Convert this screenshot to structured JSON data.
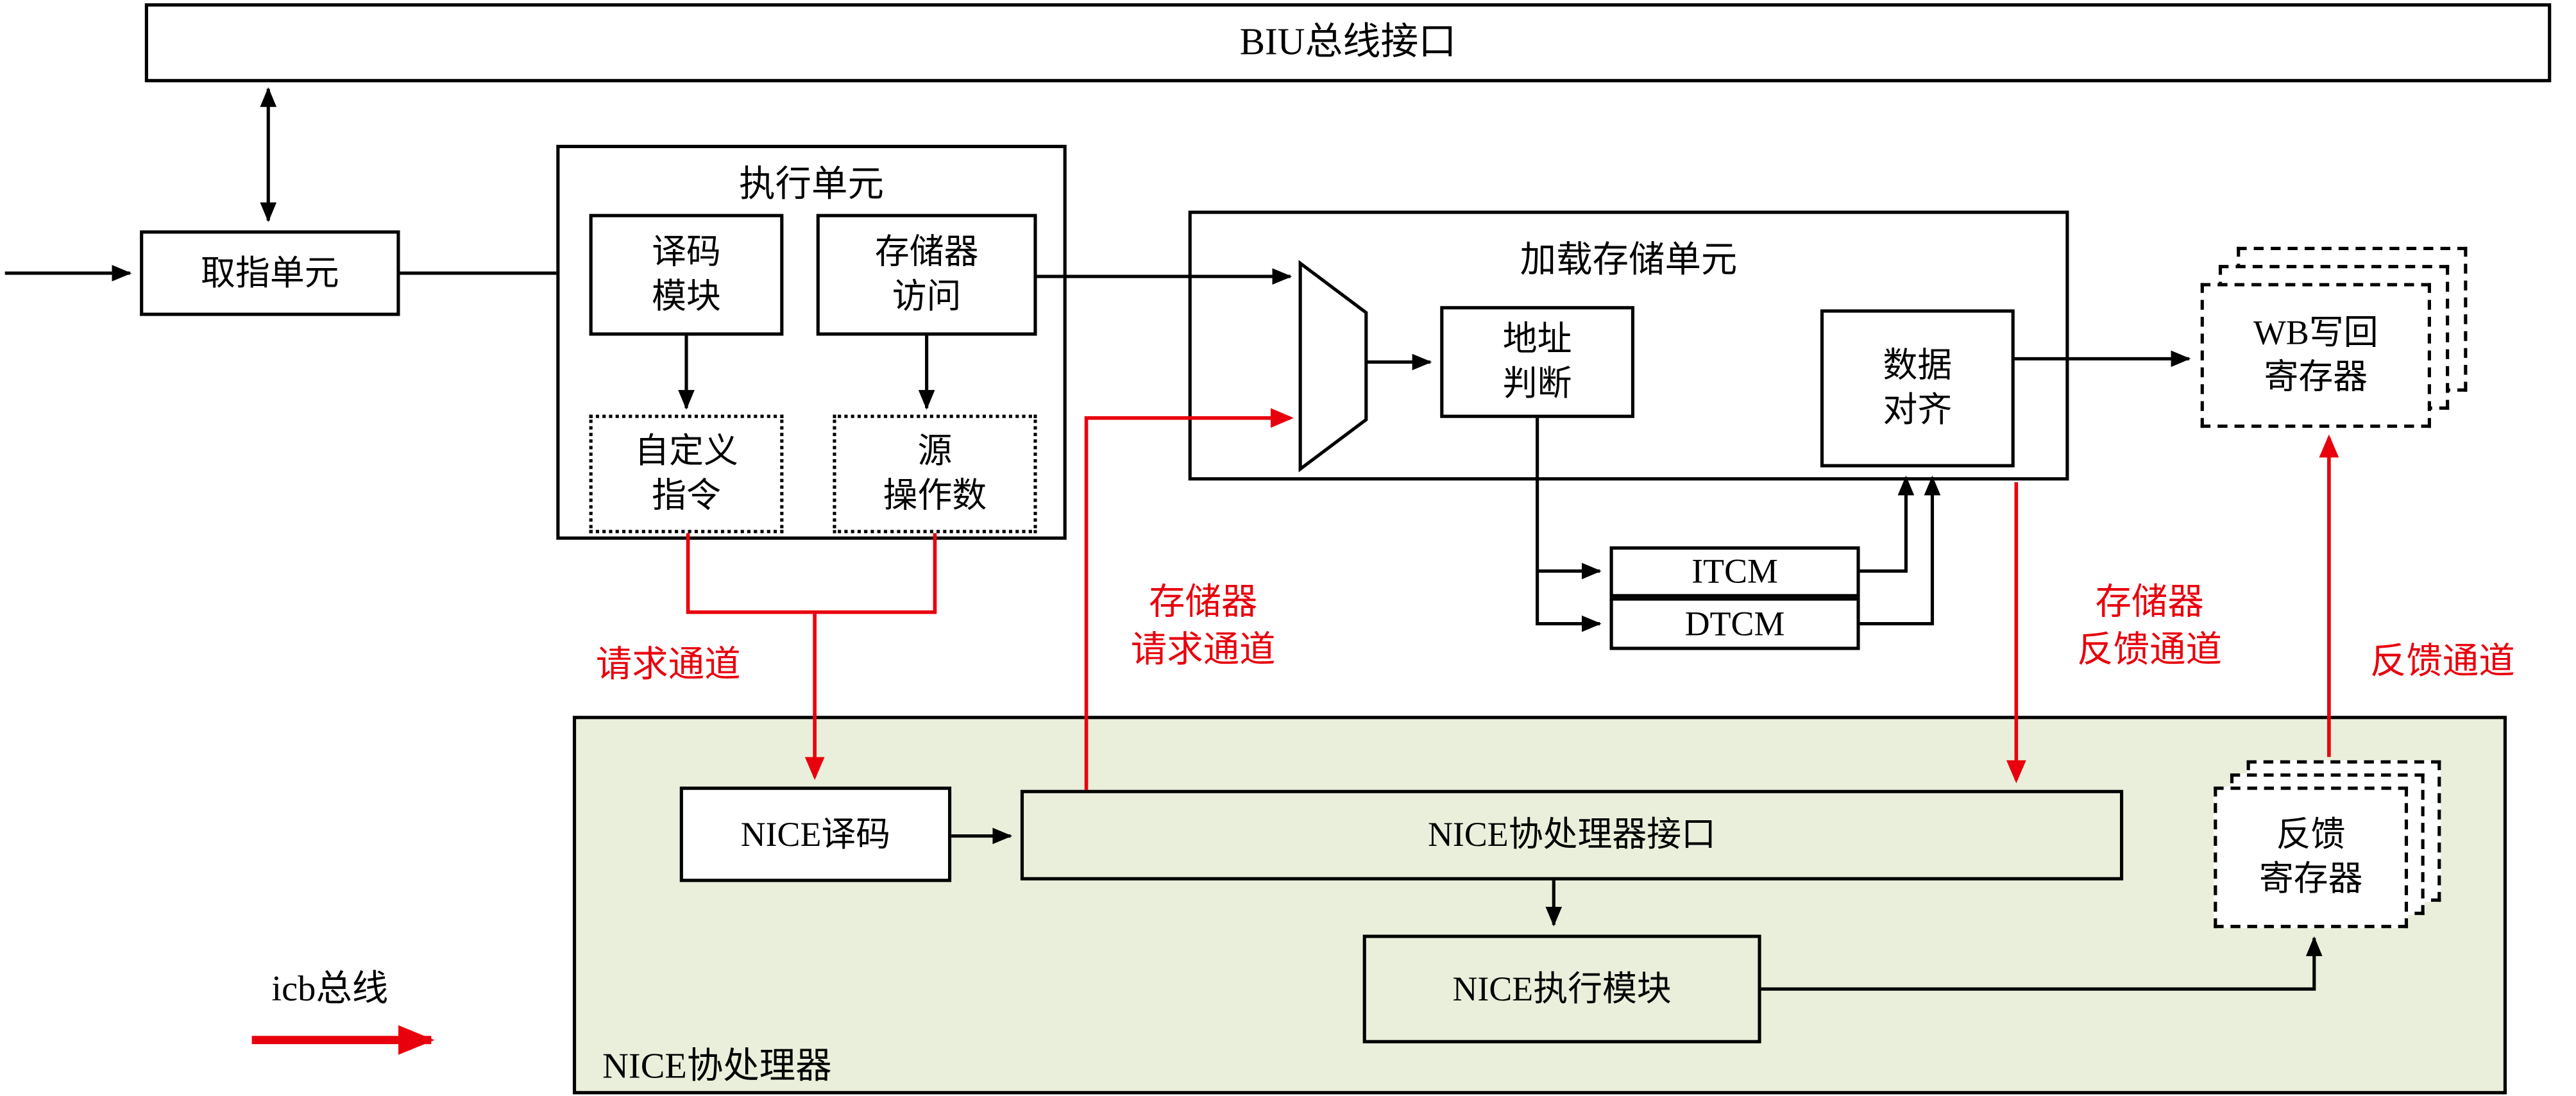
{
  "colors": {
    "red": "#e8000d",
    "green": "#e9efdb"
  },
  "nodes": {
    "biu": "BIU总线接口",
    "fetch": "取指单元",
    "exec_unit": "执行单元",
    "decode": "译码\n模块",
    "mem_access": "存储器\n访问",
    "custom_instr": "自定义\n指令",
    "src_operand": "源\n操作数",
    "lsu": "加载存储单元",
    "addr_judge": "地址\n判断",
    "data_align": "数据\n对齐",
    "itcm": "ITCM",
    "dtcm": "DTCM",
    "wb_regs": "WB写回\n寄存器",
    "nice_region": "NICE协处理器",
    "nice_decode": "NICE译码",
    "nice_interface": "NICE协处理器接口",
    "nice_exec": "NICE执行模块",
    "feedback_regs": "反馈\n寄存器"
  },
  "channels": {
    "request": "请求通道",
    "mem_request": "存储器\n请求通道",
    "mem_feedback": "存储器\n反馈通道",
    "feedback": "反馈通道"
  },
  "legend": {
    "icb": "icb总线"
  }
}
